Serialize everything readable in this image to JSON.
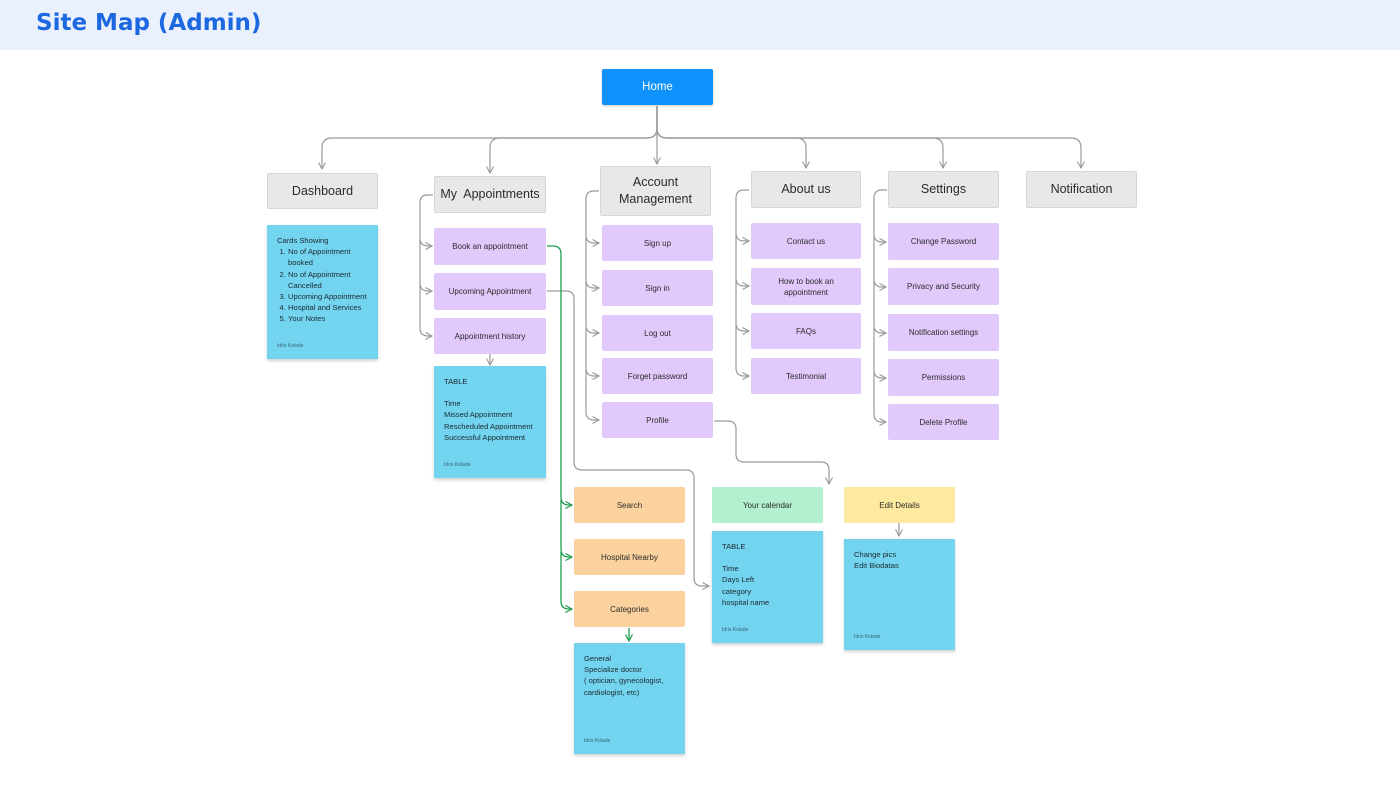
{
  "header": {
    "title": "Site Map (Admin)"
  },
  "root": {
    "label": "Home"
  },
  "categories": {
    "dashboard": "Dashboard",
    "my_appointments": "My  Appointments",
    "account_management": "Account Management",
    "about_us": "About us",
    "settings": "Settings",
    "notification": "Notification"
  },
  "my_appointments": {
    "book": "Book an appointment",
    "upcoming": "Upcoming Appointment",
    "history": "Appointment history"
  },
  "account_management": {
    "sign_up": "Sign up",
    "sign_in": "Sign in",
    "log_out": "Log out",
    "forget_password": "Forget password",
    "profile": "Profile"
  },
  "about_us": {
    "contact": "Contact us",
    "how_to_book": "How to book an appointment",
    "faqs": "FAQs",
    "testimonial": "Testimonial"
  },
  "settings": {
    "change_password": "Change Password",
    "privacy": "Privacy and Security",
    "notification_settings": "Notification settings",
    "permissions": "Permissions",
    "delete_profile": "Delete Profile"
  },
  "booking": {
    "search": "Search",
    "hospital_nearby": "Hospital Nearby",
    "categories": "Categories"
  },
  "upcoming": {
    "your_calendar": "Your calendar"
  },
  "profile": {
    "edit_details": "Edit Details"
  },
  "notes": {
    "dashboard": {
      "heading": "Cards Showing",
      "items": [
        "No of Appointment booked",
        "No of Appointment Cancelled",
        "Upcoming Appointment",
        "Hospital and Services",
        "Your Notes"
      ],
      "author": "Idris Kolade"
    },
    "history": {
      "heading": "TABLE",
      "lines": [
        "Time",
        "Missed Appointment",
        "Rescheduled Appointment",
        "Successful Appointment"
      ],
      "author": "Idris Kolade"
    },
    "calendar": {
      "heading": "TABLE",
      "lines": [
        "Time",
        "Days Left",
        "category",
        "hospital name"
      ],
      "author": "Idris Kolade"
    },
    "edit_details": {
      "lines": [
        "Change pics",
        "Edit Biodatas"
      ],
      "author": "Idris Kolade"
    },
    "categories": {
      "lines": [
        "General",
        "Specialize doctor",
        "( optician, gynecologist,",
        "cardiologist, etc)"
      ],
      "author": "Idris Kolade"
    }
  }
}
